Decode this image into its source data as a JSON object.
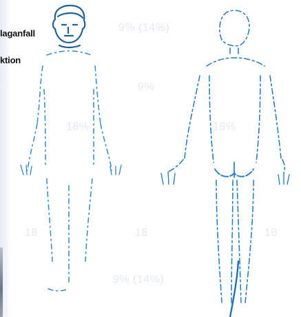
{
  "captions": {
    "line1": "laganfall",
    "line2": "ktion"
  },
  "regions": {
    "head_back": "9% (14%)",
    "upper_back": "9%",
    "arm_front_left": "18%",
    "trunk_back": "18%",
    "leg_left_1": "18",
    "leg_left_2": "18",
    "leg_right": "18",
    "lower_back": "9% (14%)"
  },
  "colors": {
    "front_outline": "#3d8fd0",
    "back_outline": "#2b7fc4",
    "head_outline": "#1e5f9c"
  }
}
